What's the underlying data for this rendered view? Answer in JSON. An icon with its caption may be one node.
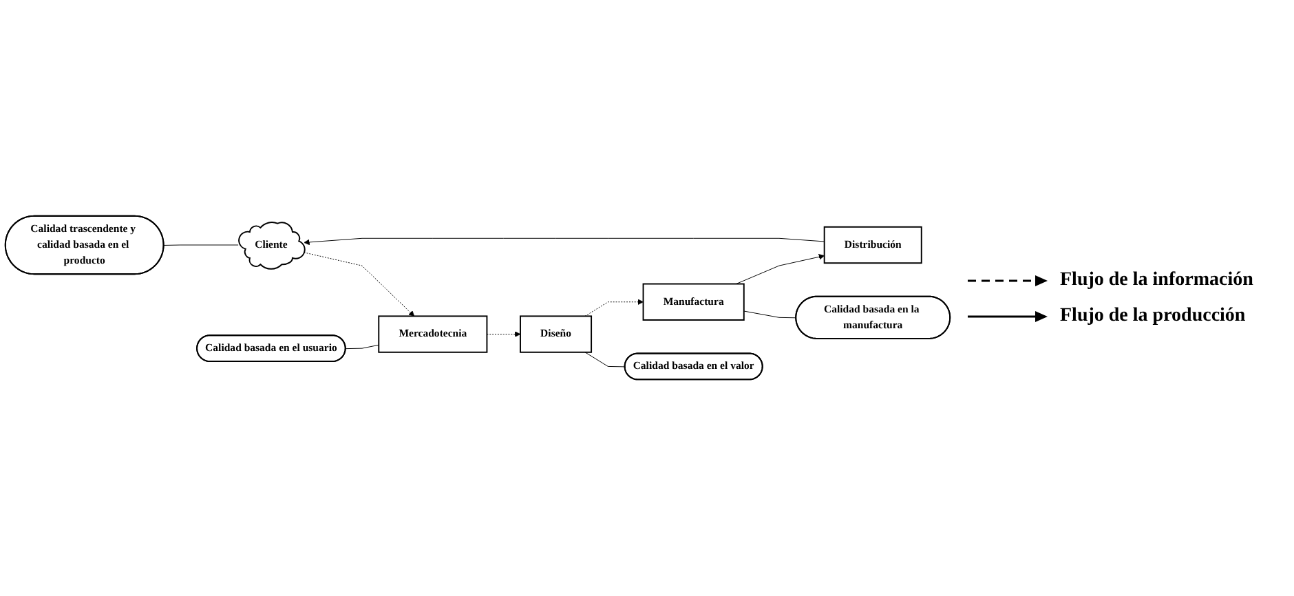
{
  "diagram": {
    "nodes": [
      {
        "text": [
          "Calidad trascendente y calidad basada en el producto"
        ]
      },
      {
        "text": [
          "Cliente"
        ]
      },
      {
        "text": [
          "Calidad basada en el usuario"
        ]
      },
      {
        "text": [
          "Mercadotecnia"
        ]
      },
      {
        "text": [
          "Diseño"
        ]
      },
      {
        "text": [
          "Calidad basada en el valor"
        ]
      },
      {
        "text": [
          "Manufactura"
        ]
      },
      {
        "text": [
          "Calidad basada en la manufactura"
        ]
      },
      {
        "text": [
          "Distribución"
        ]
      }
    ],
    "edges": [
      {
        "from": 0,
        "to": 1,
        "arrow": "none"
      },
      {
        "from": 1,
        "to": 3,
        "arrow": "to",
        "style": "dashed"
      },
      {
        "from": 2,
        "to": 3,
        "arrow": "none"
      },
      {
        "from": 3,
        "to": 4,
        "arrow": "to",
        "style": "dashed"
      },
      {
        "from": 4,
        "to": 5,
        "arrow": "none"
      },
      {
        "from": 4,
        "to": 6,
        "arrow": "to",
        "style": "dashed"
      },
      {
        "from": 6,
        "to": 7,
        "arrow": "none"
      },
      {
        "from": 6,
        "to": 8,
        "arrow": "to"
      },
      {
        "from": 8,
        "to": 1,
        "arrow": "to"
      }
    ],
    "legend": [
      {
        "text": "Flujo de la información"
      },
      {
        "text": "Flujo de la producción"
      }
    ]
  }
}
